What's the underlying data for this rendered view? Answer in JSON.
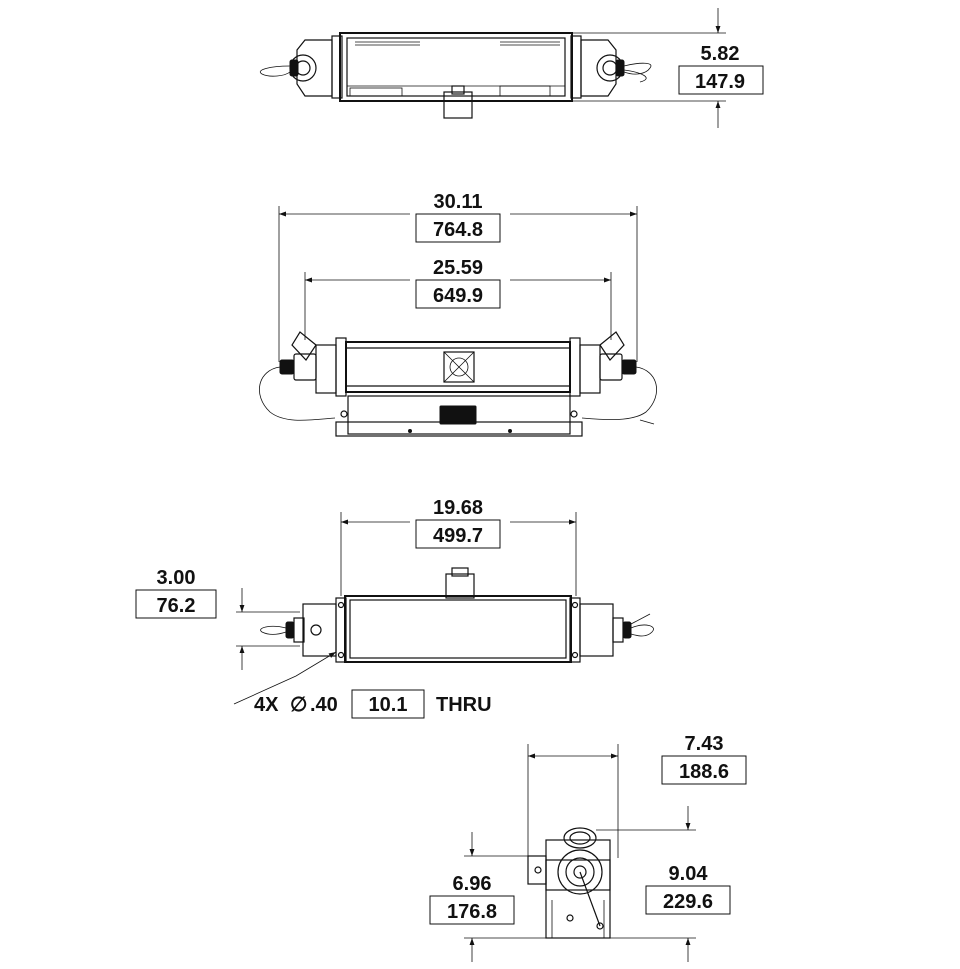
{
  "top_view": {
    "height_in": "5.82",
    "height_mm": "147.9"
  },
  "front_view": {
    "overall_in": "30.11",
    "overall_mm": "764.8",
    "inner_in": "25.59",
    "inner_mm": "649.9"
  },
  "mount_view": {
    "width_in": "19.68",
    "width_mm": "499.7",
    "depth_in": "3.00",
    "depth_mm": "76.2",
    "hole_count": "4X",
    "hole_symbol": "∅",
    "hole_in": ".40",
    "hole_mm": "10.1",
    "hole_note": "THRU"
  },
  "end_view": {
    "width_in": "7.43",
    "width_mm": "188.6",
    "height_in": "9.04",
    "height_mm": "229.6",
    "base_in": "6.96",
    "base_mm": "176.8"
  }
}
